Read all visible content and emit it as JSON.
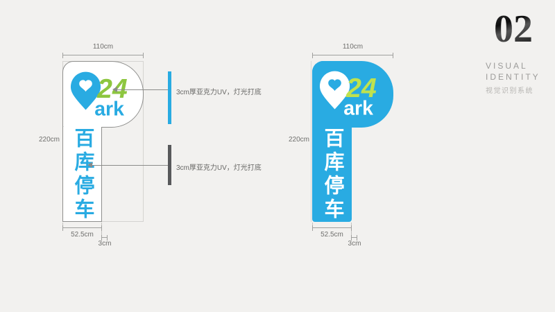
{
  "page": {
    "background": "#f2f1ef"
  },
  "header": {
    "index_number": "02",
    "title_line1": "VISUAL",
    "title_line2": "IDENTITY",
    "subtitle_cn": "视觉识别系统"
  },
  "logo": {
    "number": "24",
    "suffix": "ark"
  },
  "annotations": {
    "head_note": "3cm厚亚克力UV，灯光打底",
    "stem_note": "3cm厚亚克力UV，灯光打底"
  },
  "sign_outline": {
    "dim_width": "110cm",
    "dim_height": "220cm",
    "dim_stem_width": "52.5cm",
    "dim_thickness": "3cm",
    "stem_text": "百库停车"
  },
  "sign_blue": {
    "dim_width": "110cm",
    "dim_height": "220cm",
    "dim_stem_width": "52.5cm",
    "dim_thickness": "3cm",
    "stem_text": "百库停车"
  },
  "colors": {
    "brand_blue": "#29abe2",
    "brand_green": "#8dc63f",
    "light_green": "#bfe24e",
    "white": "#ffffff",
    "note_bar_blue": "#29abe2",
    "note_bar_gray": "#58595b"
  }
}
